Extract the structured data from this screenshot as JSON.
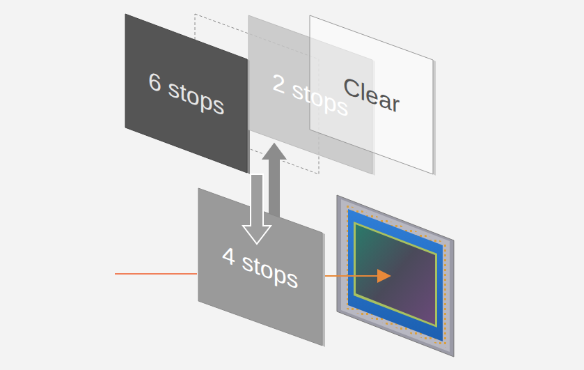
{
  "diagram": {
    "nodes": [
      {
        "text": [
          "6 stops"
        ]
      },
      {
        "text": [
          "2 stops"
        ]
      },
      {
        "text": [
          "Clear"
        ]
      },
      {
        "text": [
          "4 stops"
        ]
      }
    ],
    "edges": [
      {
        "from": 0,
        "to": 3,
        "arrow": "to"
      }
    ]
  }
}
